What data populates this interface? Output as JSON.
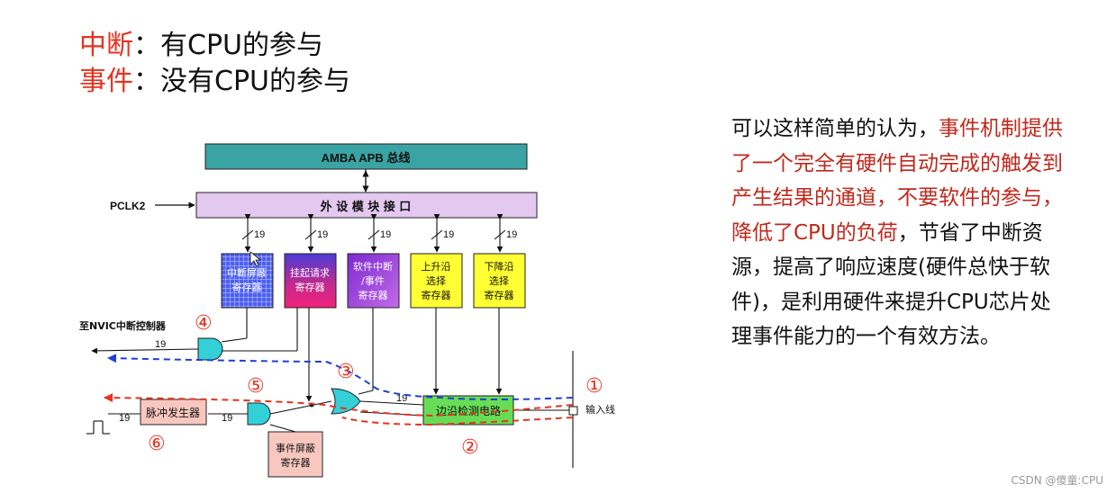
{
  "header": {
    "line1_key": "中断",
    "line1_rest": "：有CPU的参与",
    "line2_key": "事件",
    "line2_rest": "：没有CPU的参与"
  },
  "diagram": {
    "bus_label": "AMBA APB 总线",
    "interface_label": "外 设 模 块 接 口",
    "clock_label": "PCLK2",
    "bus_width": "19",
    "registers": [
      {
        "line1": "中断屏蔽",
        "line2": "寄存器"
      },
      {
        "line1": "挂起请求",
        "line2": "寄存器"
      },
      {
        "line1": "软件中断",
        "line2": "/事件",
        "line3": "寄存器"
      },
      {
        "line1": "上升沿",
        "line2": "选择",
        "line3": "寄存器"
      },
      {
        "line1": "下降沿",
        "line2": "选择",
        "line3": "寄存器"
      }
    ],
    "nvic_label": "至NVIC中断控制器",
    "pulse_gen_label": "脉冲发生器",
    "edge_detect_label": "边沿检测电路",
    "event_mask_line1": "事件屏蔽",
    "event_mask_line2": "寄存器",
    "input_label": "输入线",
    "markers": [
      "①",
      "②",
      "③",
      "④",
      "⑤",
      "⑥"
    ],
    "colors": {
      "bus": "#3aa3a3",
      "interface": "#e3c8f0",
      "red_path": "#e8321e",
      "blue_path": "#1f3fd6",
      "yellow": "#ffff33",
      "green": "#66dd55",
      "pink": "#f8c8c0"
    }
  },
  "description": {
    "part1": "可以这样简单的认为，",
    "part2_red": "事件机制提供了一个完全有硬件自动完成的触发到产生结果的通道，不要软件的参与，降低了CPU的负荷",
    "part3": "，节省了中断资源，提高了响应速度(硬件总快于软件)，是利用硬件来提升CPU芯片处理事件能力的一个有效方法。"
  },
  "watermark": "CSDN @傻童:CPU"
}
